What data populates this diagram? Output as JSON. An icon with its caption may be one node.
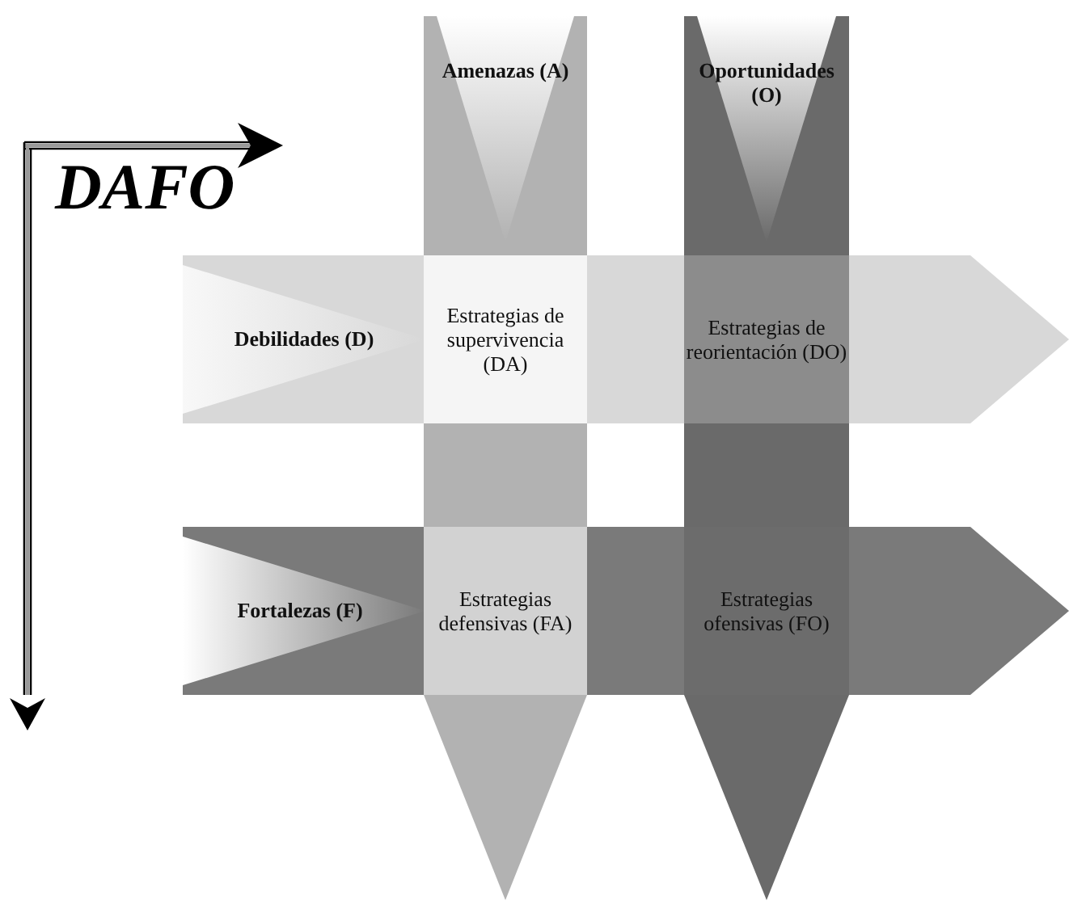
{
  "diagram": {
    "title": "DAFO",
    "nodes": [
      {
        "text": [
          "Amenazas (A)"
        ]
      },
      {
        "text": [
          "Oportunidades (O)"
        ]
      },
      {
        "text": [
          "Debilidades (D)"
        ]
      },
      {
        "text": [
          "Estrategias de supervivencia (DA)"
        ]
      },
      {
        "text": [
          "Estrategias de reorientación (DO)"
        ]
      },
      {
        "text": [
          "Fortalezas (F)"
        ]
      },
      {
        "text": [
          "Estrategias defensivas (FA)"
        ]
      },
      {
        "text": [
          "Estrategias ofensivas (FO)"
        ]
      }
    ],
    "edges": []
  }
}
